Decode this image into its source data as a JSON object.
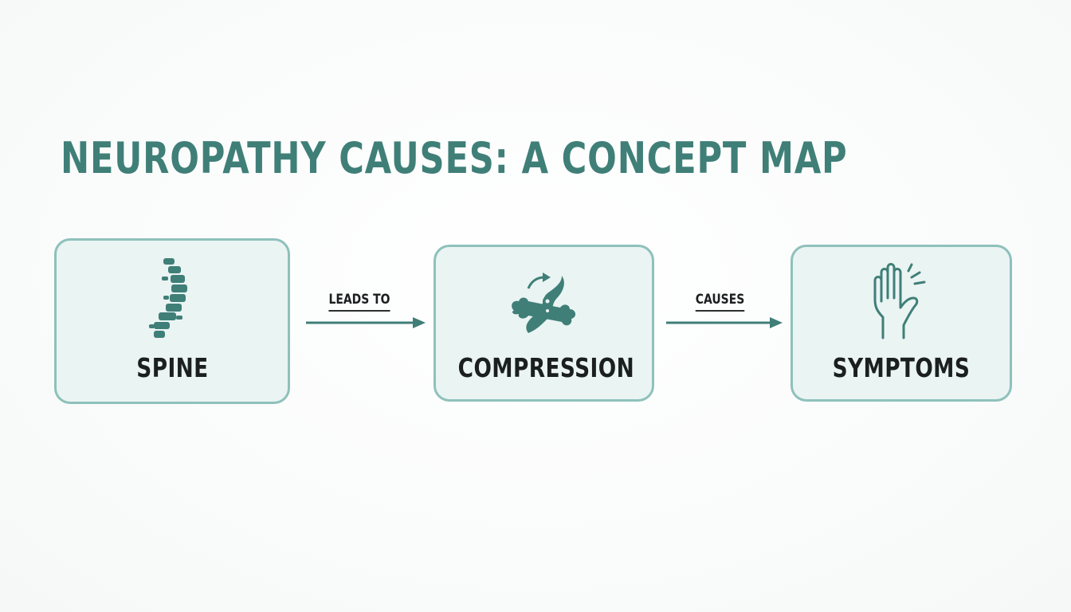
{
  "title": "NEUROPATHY CAUSES: A CONCEPT MAP",
  "colors": {
    "accent": "#3f7f78",
    "node_border": "#8ec1bb",
    "node_fill": "#eaf4f3",
    "text": "#1b1f20"
  },
  "nodes": [
    {
      "label": "SPINE",
      "icon": "spine-icon"
    },
    {
      "label": "COMPRESSION",
      "icon": "nerve-compression-icon"
    },
    {
      "label": "SYMPTOMS",
      "icon": "hand-tingling-icon"
    }
  ],
  "edges": [
    {
      "label": "LEADS TO",
      "from": "SPINE",
      "to": "COMPRESSION"
    },
    {
      "label": "CAUSES",
      "from": "COMPRESSION",
      "to": "SYMPTOMS"
    }
  ]
}
